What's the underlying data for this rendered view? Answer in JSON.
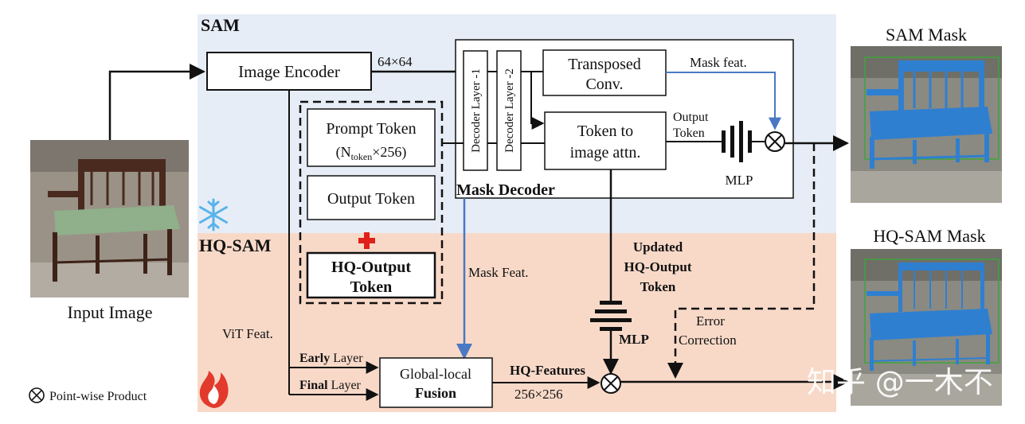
{
  "regions": {
    "sam": {
      "label": "SAM",
      "color": "#e7edf6"
    },
    "hq": {
      "label": "HQ-SAM",
      "color": "#f8d9c8"
    }
  },
  "images": {
    "input_caption": "Input Image",
    "sam_caption": "SAM Mask",
    "hq_caption": "HQ-SAM Mask"
  },
  "blocks": {
    "image_encoder": "Image Encoder",
    "prompt_token_line1": "Prompt Token",
    "prompt_token_n": "(N",
    "prompt_token_sub": "token",
    "prompt_token_rest": "×256)",
    "output_token": "Output Token",
    "hq_output_token_line1": "HQ-Output",
    "hq_output_token_line2": "Token",
    "decoder_layer_1": "Decoder Layer -1",
    "decoder_layer_2": "Decoder Layer -2",
    "transposed_conv_line1": "Transposed",
    "transposed_conv_line2": "Conv.",
    "token_attn_line1": "Token to",
    "token_attn_line2": "image attn.",
    "mask_decoder": "Mask Decoder",
    "mlp_top": "MLP",
    "mlp_bottom": "MLP",
    "fusion_line1": "Global-local",
    "fusion_line2": "Fusion"
  },
  "labels": {
    "dim_64": "64×64",
    "mask_feat_top": "Mask feat.",
    "output_token_l1": "Output",
    "output_token_l2": "Token",
    "mask_feat_lower": "Mask Feat.",
    "updated_l1": "Updated",
    "updated_l2": "HQ-Output",
    "updated_l3": "Token",
    "vit_feat": "ViT Feat.",
    "early_bold": "Early",
    "early_rest": " Layer",
    "final_bold": "Final",
    "final_rest": " Layer",
    "hq_features": "HQ-Features",
    "dim_256": "256×256",
    "error_l1": "Error",
    "error_l2": "Correction",
    "legend": "Point-wise Product",
    "watermark": "知乎 @一木不"
  },
  "icons": {
    "frozen": "snowflake-icon",
    "trainable": "flame-icon",
    "added": "plus-icon",
    "product": "otimes-icon"
  },
  "colors": {
    "blue_arrow": "#4a78c4",
    "plus_red": "#e0201a",
    "flame_red": "#e23a2c",
    "snowflake_blue": "#59b3ea",
    "mask_blue": "#2f7fd0"
  }
}
